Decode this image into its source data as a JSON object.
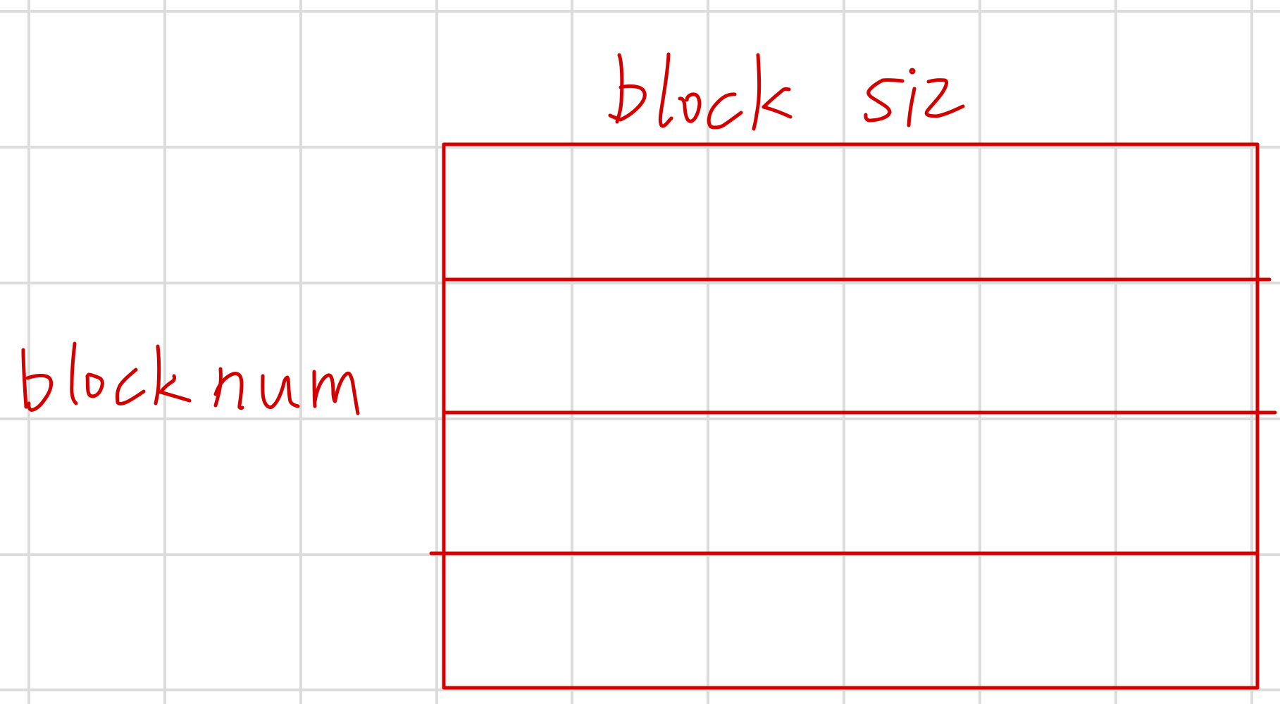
{
  "labels": {
    "top": "block siz",
    "left": "block num"
  },
  "diagram": {
    "rows": 4,
    "grid_color": "#dcdcdc",
    "ink_color": "#d40000"
  }
}
